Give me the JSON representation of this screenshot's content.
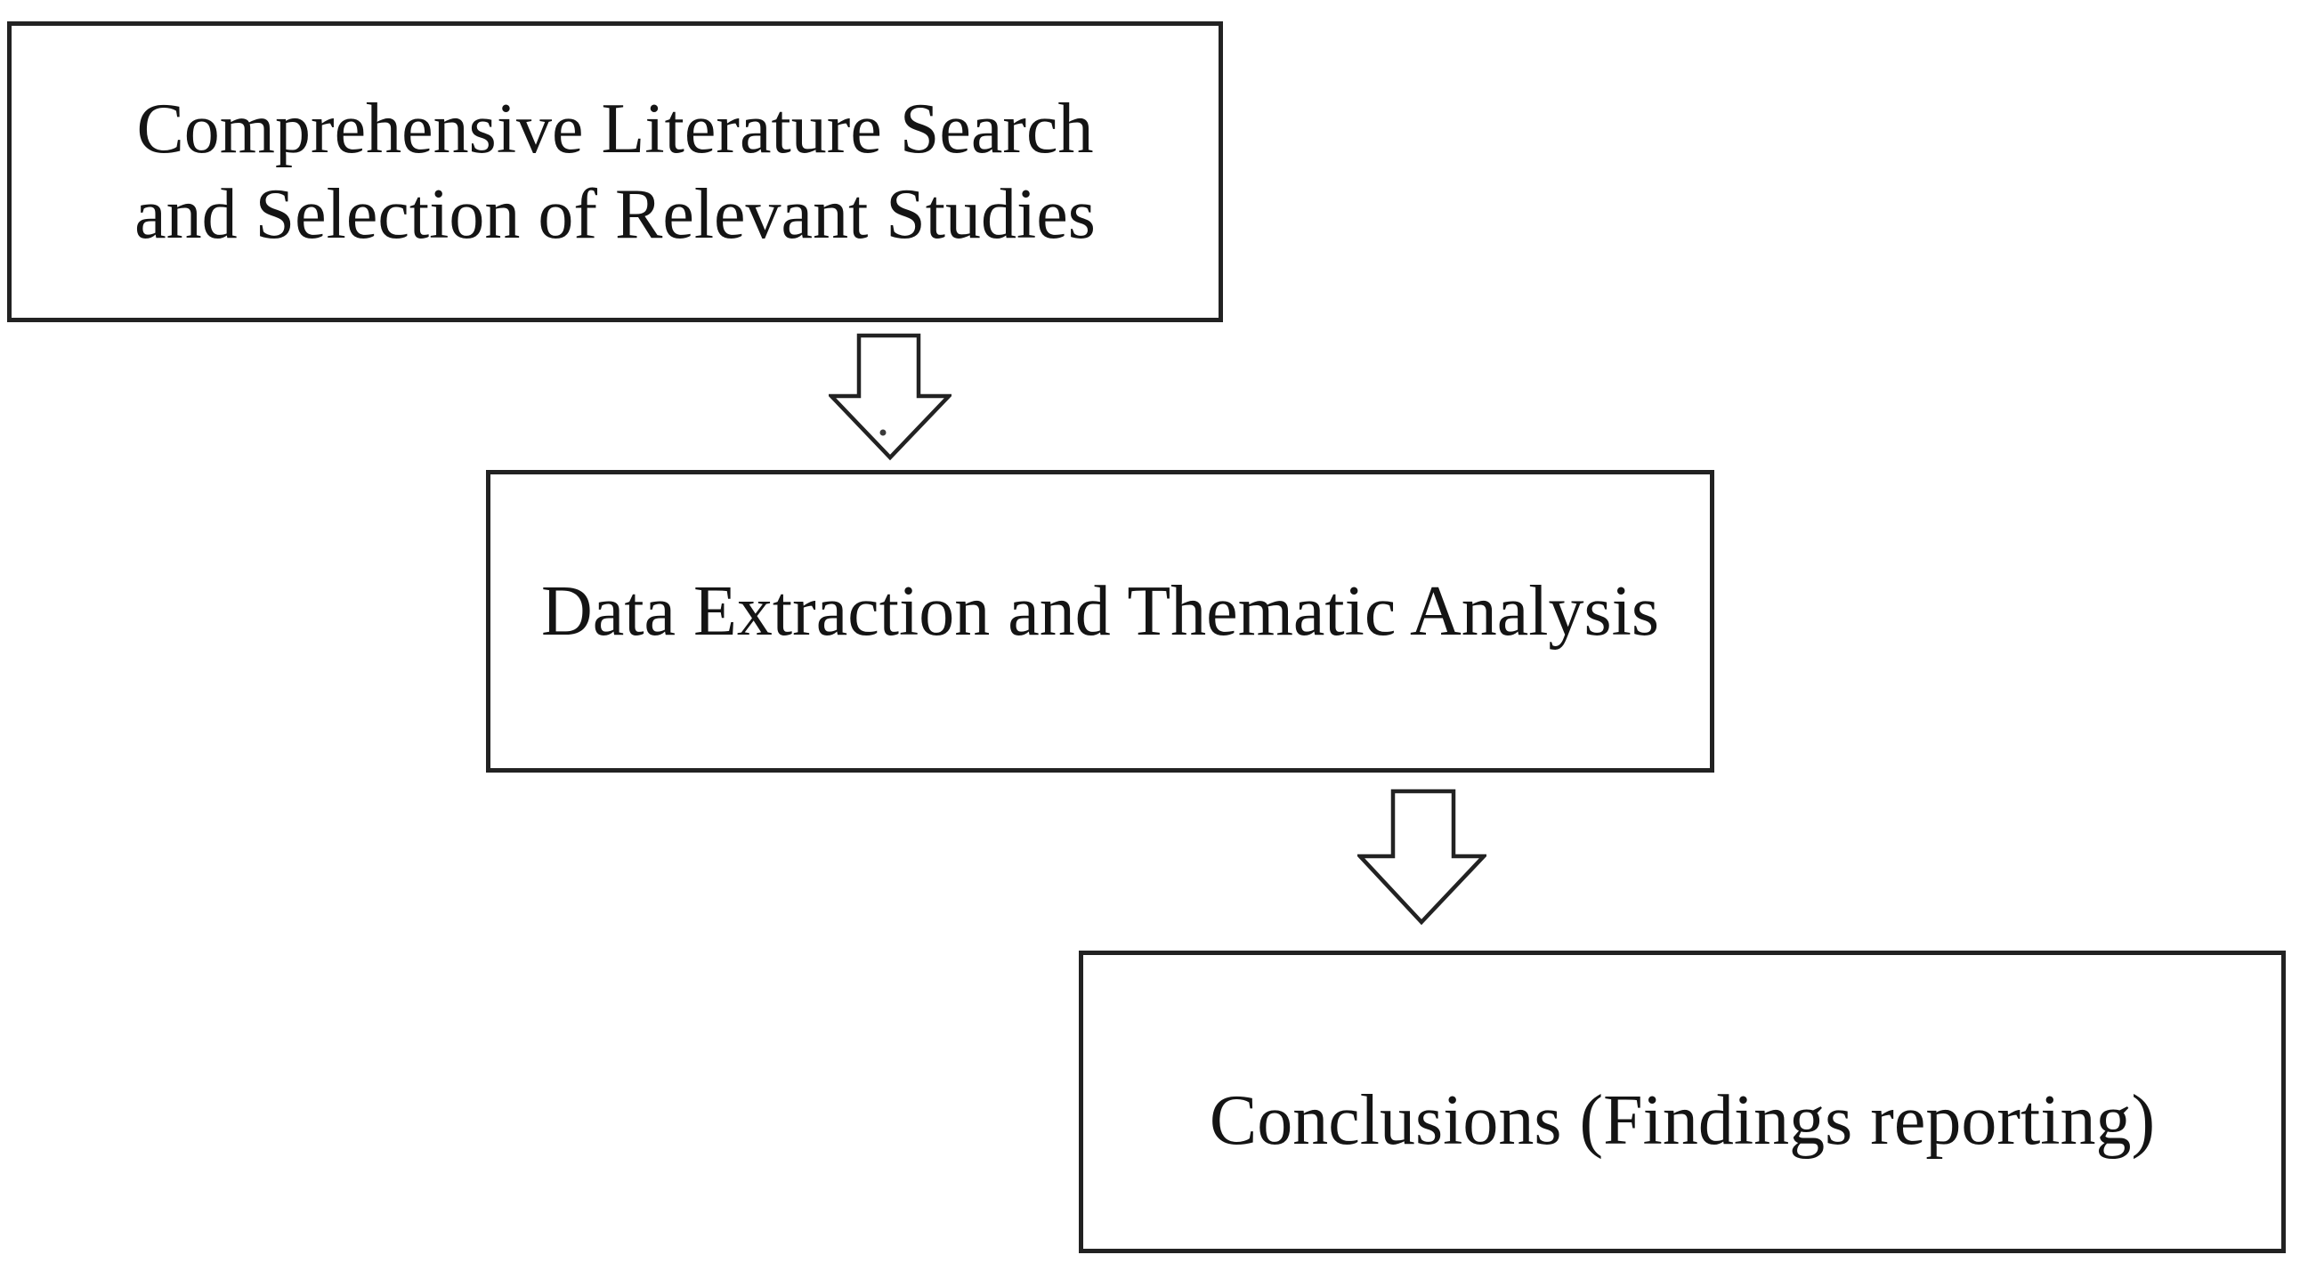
{
  "theme": {
    "background": "#ffffff",
    "line_color": "#222222",
    "text_color": "#141414"
  },
  "flowchart": {
    "type": "flow-diagram",
    "direction": "top-to-bottom",
    "nodes": [
      {
        "id": "step-1",
        "label": "Comprehensive Literature Search and Selection of Relevant Studies"
      },
      {
        "id": "step-2",
        "label": "Data Extraction and Thematic Analysis"
      },
      {
        "id": "step-3",
        "label": "Conclusions (Findings reporting)"
      }
    ],
    "connectors": [
      {
        "from": "step-1",
        "to": "step-2",
        "shape": "hollow-block-arrow-down"
      },
      {
        "from": "step-2",
        "to": "step-3",
        "shape": "hollow-block-arrow-down"
      }
    ]
  }
}
